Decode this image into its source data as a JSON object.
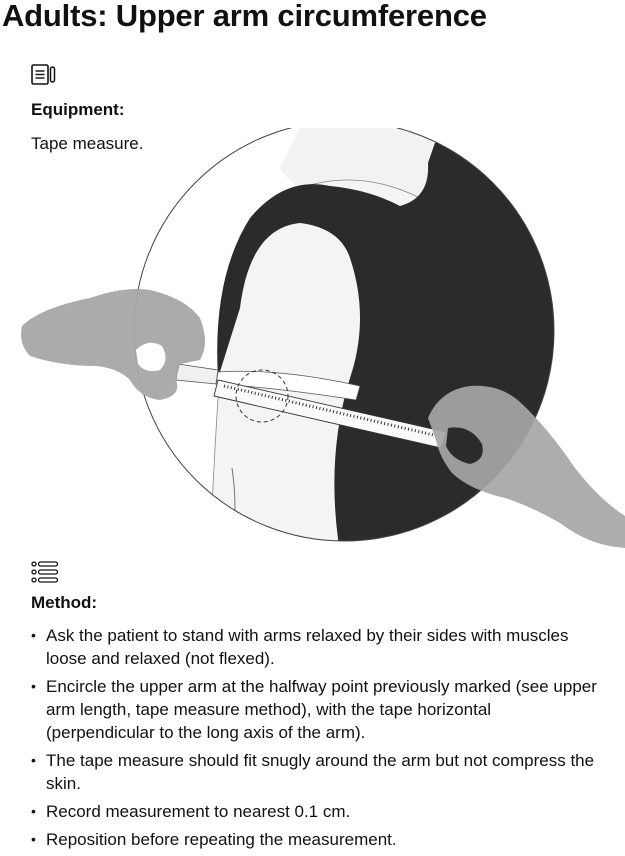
{
  "title": "Adults: Upper arm circumference",
  "equipment": {
    "icon": "document-list-icon",
    "label": "Equipment:",
    "text": "Tape measure."
  },
  "method": {
    "icon": "list-icon",
    "label": "Method:",
    "steps": [
      "Ask the patient to stand with arms relaxed by their sides with muscles loose and relaxed (not flexed).",
      "Encircle the upper arm at the halfway point previously marked (see upper arm length, tape measure method), with the tape horizontal (perpendicular to the long axis of the arm).",
      "The tape measure should fit snugly around the arm but not compress the skin.",
      "Record measurement to nearest 0.1 cm.",
      "Reposition before repeating the measurement."
    ]
  },
  "colors": {
    "text": "#111111",
    "garment": "#2b2b2b",
    "hands": "#a6a6a6"
  }
}
